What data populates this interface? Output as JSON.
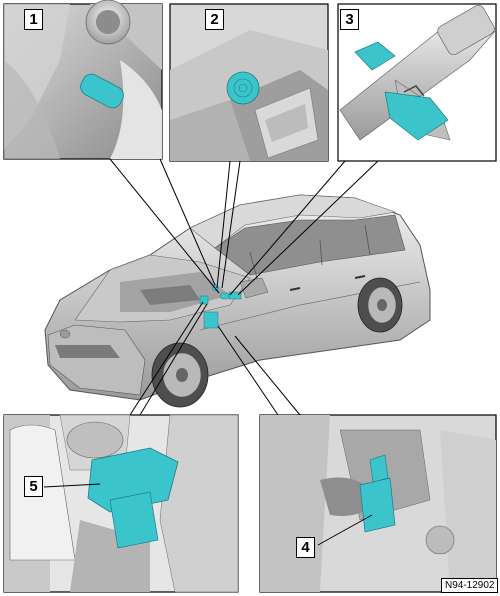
{
  "figure": {
    "callouts": [
      {
        "number": "1"
      },
      {
        "number": "2"
      },
      {
        "number": "3"
      },
      {
        "number": "4"
      },
      {
        "number": "5"
      }
    ],
    "figure_id": "N94-12902"
  },
  "colors": {
    "highlight": "#3cc4cc",
    "line": "#000000",
    "gray_light": "#e8e8e8",
    "gray_mid": "#bdbdbd",
    "gray_dark": "#7a7a7a"
  }
}
